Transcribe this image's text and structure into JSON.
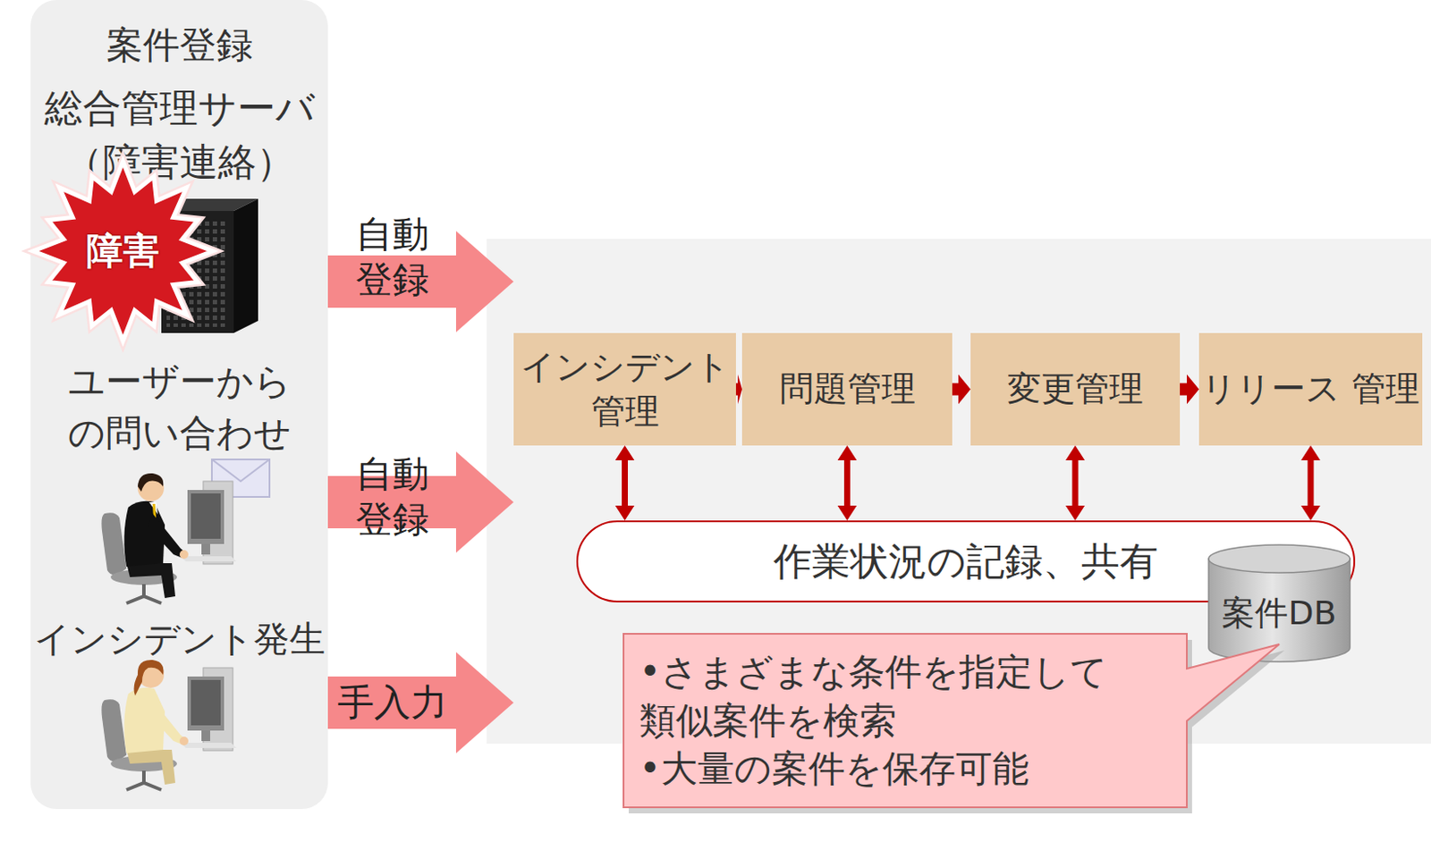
{
  "diagram": {
    "nodes": [
      {
        "text": [
          "案件登録",
          "総合管理サーバ （障害連絡）",
          "ユーザーから の問い合わせ",
          "インシデント発生"
        ]
      },
      {
        "text": [
          "障害"
        ],
        "in": 0
      },
      {
        "text": [
          "インシデント 管理"
        ]
      },
      {
        "text": [
          "問題管理"
        ]
      },
      {
        "text": [
          "変更管理"
        ]
      },
      {
        "text": [
          "リリース 管理"
        ]
      },
      {
        "text": [
          "作業状況の記録、共有"
        ]
      },
      {
        "text": [
          "案件DB"
        ]
      },
      {
        "text": [
          "•さまざまな条件を指定して 類似案件を検索",
          "•大量の案件を保存可能"
        ]
      }
    ],
    "edges": [
      {
        "from": 2,
        "to": 3,
        "arrow": "to"
      },
      {
        "from": 3,
        "to": 4,
        "arrow": "to"
      },
      {
        "from": 4,
        "to": 5,
        "arrow": "to"
      },
      {
        "from": 2,
        "to": 6,
        "arrow": "both"
      },
      {
        "from": 3,
        "to": 6,
        "arrow": "both"
      },
      {
        "from": 4,
        "to": 6,
        "arrow": "both"
      },
      {
        "from": 5,
        "to": 6,
        "arrow": "both"
      }
    ],
    "labels": [
      "自動 登録",
      "自動 登録",
      "手入力"
    ]
  }
}
